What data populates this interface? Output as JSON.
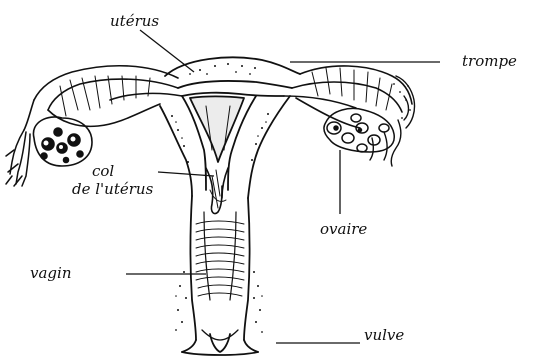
{
  "labels": {
    "uterus": "utérus",
    "trompe": "trompe",
    "col_line1": "col",
    "col_line2": "de l'utérus",
    "ovaire": "ovaire",
    "vagin": "vagin",
    "vulve": "vulve"
  },
  "colors": {
    "ink": "#111111",
    "paper": "#ffffff"
  }
}
